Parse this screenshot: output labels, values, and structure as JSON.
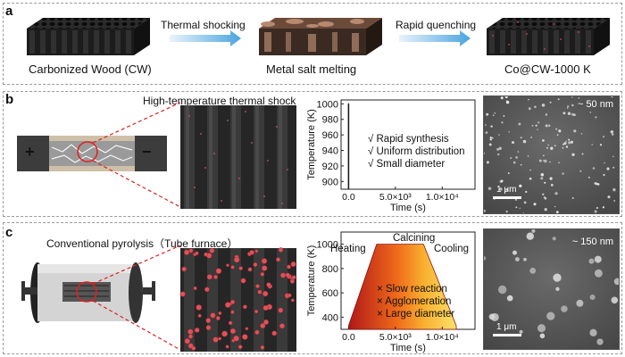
{
  "panel_a": {
    "letter": "a",
    "stage1": "Carbonized Wood (CW)",
    "stage2": "Metal salt melting",
    "stage3": "Co@CW-1000 K",
    "arrow1": "Thermal shocking",
    "arrow2": "Rapid quenching"
  },
  "panel_b": {
    "letter": "b",
    "title": "High-temperature thermal shock",
    "plus": "+",
    "minus": "−",
    "notes": [
      "√ Rapid synthesis",
      "√ Uniform distribution",
      "√ Small diameter"
    ],
    "sem_size": "~ 50 nm",
    "scale": "1 μm"
  },
  "panel_c": {
    "letter": "c",
    "title": "Conventional pyrolysis（Tube furnace）",
    "stages": [
      "Heating",
      "Calcining",
      "Cooling"
    ],
    "notes": [
      "× Slow reaction",
      "× Agglomeration",
      "× Large diameter"
    ],
    "sem_size": "~ 150 nm",
    "scale": "1 μm"
  },
  "chart_data": [
    {
      "type": "line",
      "title": "",
      "xlabel": "Time (s)",
      "ylabel": "Temperature (K)",
      "x_ticks": [
        "0.0",
        "5.0×10³",
        "1.0×10⁴"
      ],
      "y_ticks": [
        900,
        920,
        940,
        960,
        980,
        1000
      ],
      "ylim": [
        890,
        1005
      ],
      "xlim": [
        -800,
        13500
      ],
      "series": [
        {
          "x": [
            0,
            0,
            30
          ],
          "y": [
            890,
            1000,
            1000
          ]
        }
      ]
    },
    {
      "type": "area",
      "title": "",
      "xlabel": "Time (s)",
      "ylabel": "Temperature (K)",
      "x_ticks": [
        "0.0",
        "5.0×10³",
        "1.0×10⁴"
      ],
      "y_ticks": [
        400,
        600,
        800,
        1000
      ],
      "ylim": [
        300,
        1100
      ],
      "xlim": [
        -800,
        13500
      ],
      "series": [
        {
          "x": [
            0,
            3000,
            8000,
            11500
          ],
          "y": [
            330,
            1000,
            1000,
            330
          ]
        }
      ]
    }
  ]
}
